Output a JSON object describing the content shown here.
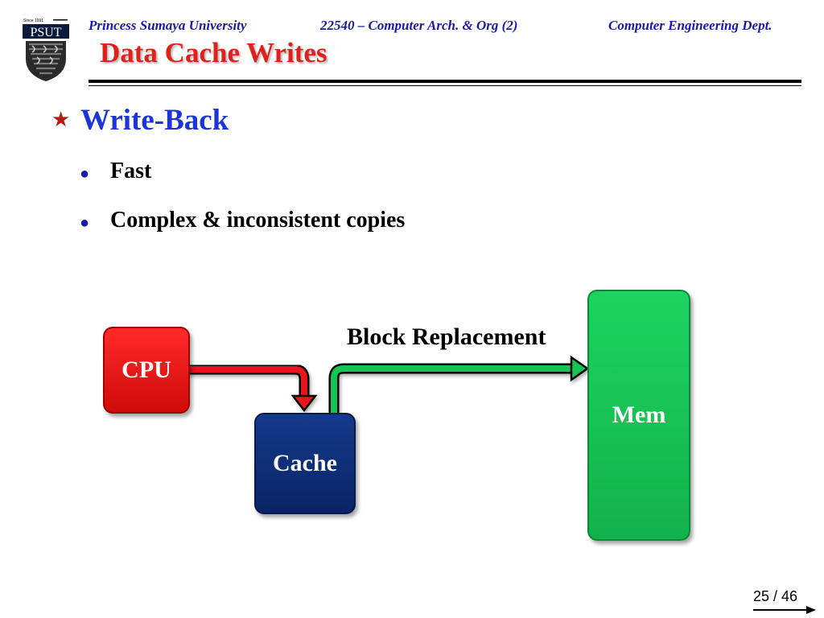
{
  "header": {
    "university": "Princess Sumaya University",
    "course": "22540 – Computer Arch. & Org (2)",
    "department": "Computer Engineering Dept.",
    "logo": {
      "since": "Since 1991",
      "abbrev": "PSUT"
    }
  },
  "slide": {
    "title": "Data Cache Writes",
    "heading": "Write-Back",
    "bullets": [
      "Fast",
      "Complex & inconsistent copies"
    ]
  },
  "diagram": {
    "nodes": {
      "cpu": "CPU",
      "cache": "Cache",
      "memory": "Mem"
    },
    "arrow_label": "Block Replacement",
    "colors": {
      "cpu": "#e8141a",
      "cache": "#0f2f78",
      "memory": "#16c452",
      "cpu_arrow": "#e8141a",
      "cache_arrow": "#16c452"
    }
  },
  "footer": {
    "page": "25 / 46"
  }
}
